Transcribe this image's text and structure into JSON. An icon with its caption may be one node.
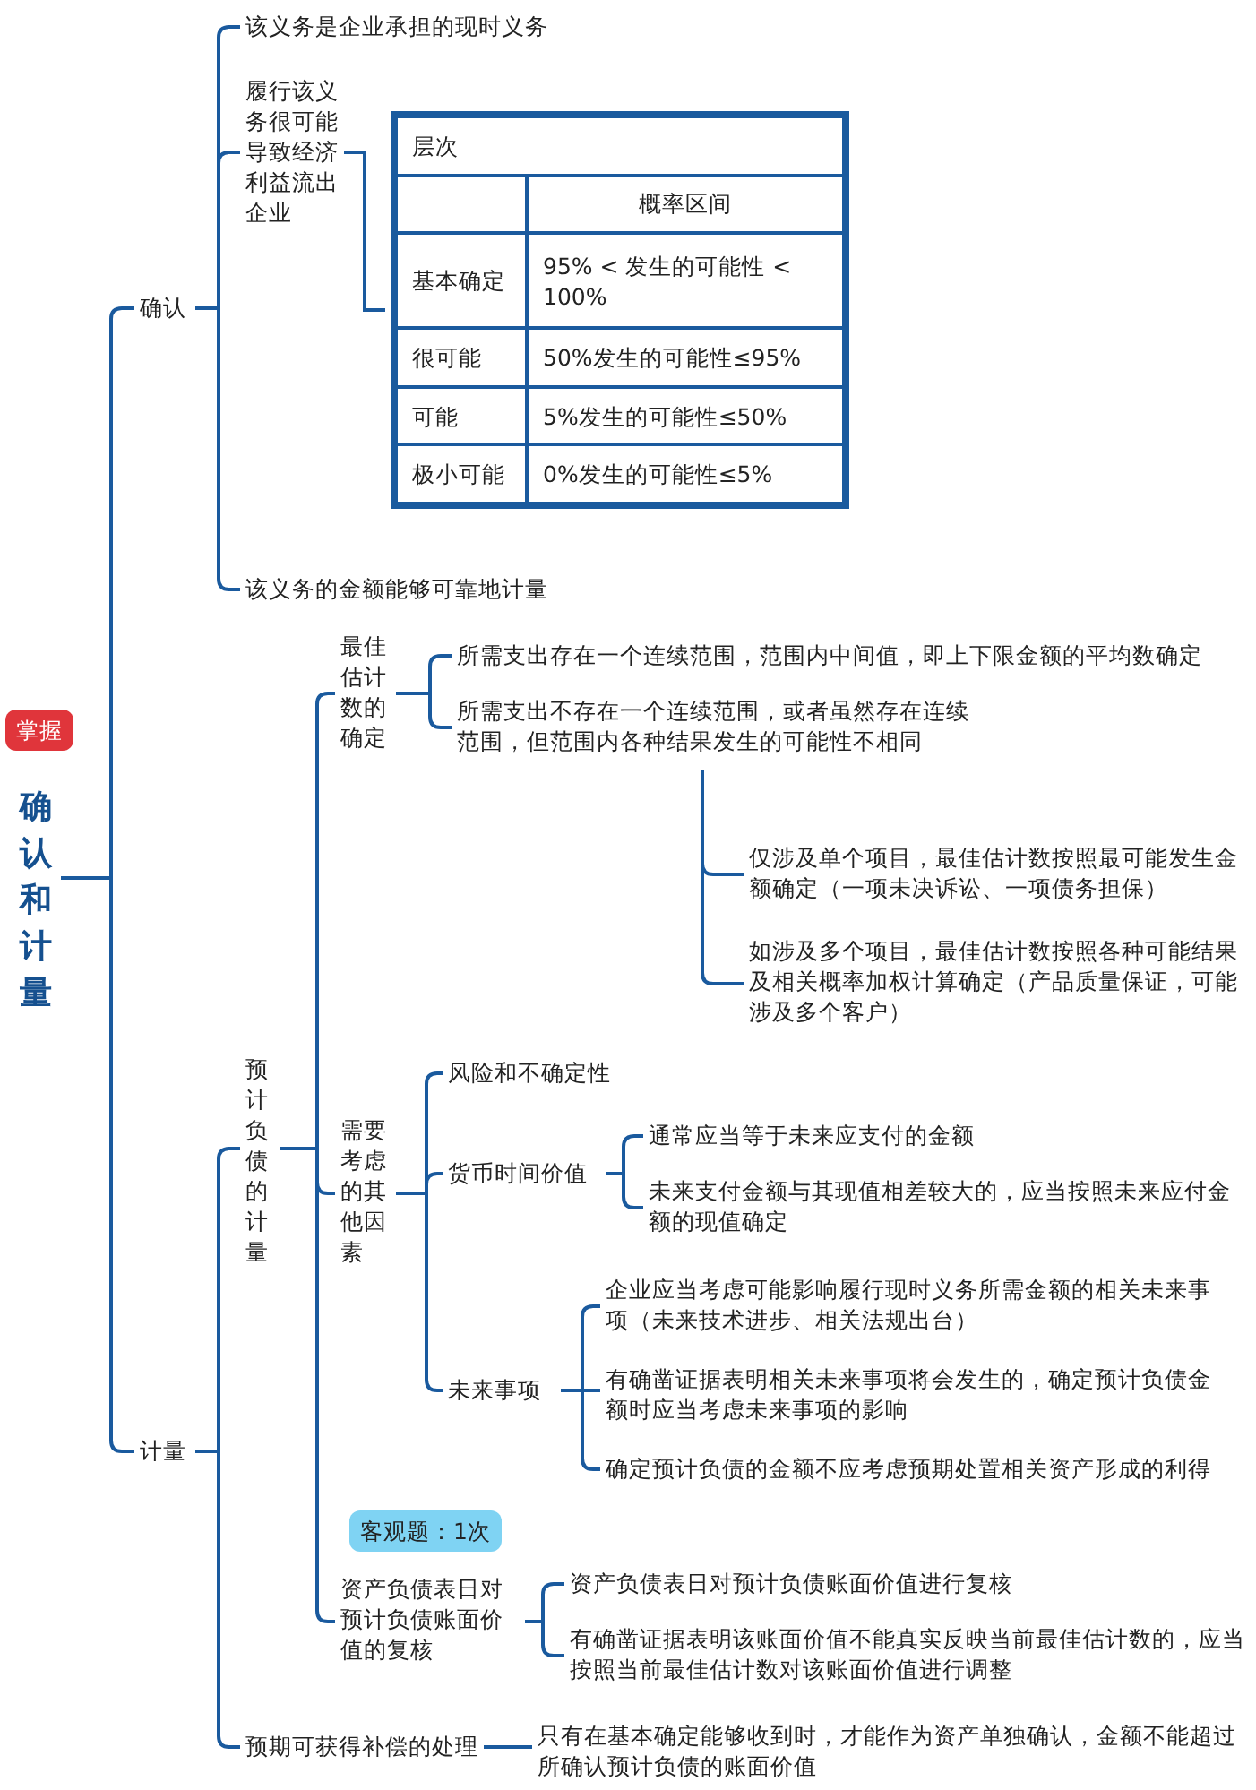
{
  "diagram": {
    "nodes": [
      {
        "text": [
          "确认和计量"
        ],
        "beside": [
          "掌握"
        ]
      },
      {
        "text": [
          "确认"
        ]
      },
      {
        "text": [
          "该义务是企业承担的现时义务"
        ]
      },
      {
        "text": [
          "履行该义务很可能导致经济利益流出企业"
        ]
      },
      {
        "text": [
          "层次",
          "概率区间",
          "基本确定",
          "95% < 发生的可能性 < 100%",
          "很可能",
          "50%发生的可能性≤95%",
          "可能",
          "5%发生的可能性≤50%",
          "极小可能",
          "0%发生的可能性≤5%"
        ]
      },
      {
        "text": [
          "该义务的金额能够可靠地计量"
        ]
      },
      {
        "text": [
          "计量"
        ]
      },
      {
        "text": [
          "预计负债的计量"
        ]
      },
      {
        "text": [
          "最佳估计数的确定"
        ]
      },
      {
        "text": [
          "所需支出存在一个连续范围，范围内中间值，即上下限金额的平均数确定"
        ]
      },
      {
        "text": [
          "所需支出不存在一个连续范围，或者虽然存在连续范围，但范围内各种结果发生的可能性不相同"
        ]
      },
      {
        "text": [
          "仅涉及单个项目，最佳估计数按照最可能发生金额确定（一项未决诉讼、一项债务担保）"
        ]
      },
      {
        "text": [
          "如涉及多个项目，最佳估计数按照各种可能结果及相关概率加权计算确定（产品质量保证，可能涉及多个客户）"
        ]
      },
      {
        "text": [
          "需要考虑的其他因素"
        ]
      },
      {
        "text": [
          "风险和不确定性"
        ]
      },
      {
        "text": [
          "货币时间价值"
        ]
      },
      {
        "text": [
          "通常应当等于未来应支付的金额"
        ]
      },
      {
        "text": [
          "未来支付金额与其现值相差较大的，应当按照未来应付金额的现值确定"
        ]
      },
      {
        "text": [
          "未来事项"
        ]
      },
      {
        "text": [
          "企业应当考虑可能影响履行现时义务所需金额的相关未来事项（未来技术进步、相关法规出台）"
        ]
      },
      {
        "text": [
          "有确凿证据表明相关未来事项将会发生的，确定预计负债金额时应当考虑未来事项的影响"
        ]
      },
      {
        "text": [
          "确定预计负债的金额不应考虑预期处置相关资产形成的利得"
        ]
      },
      {
        "text": [
          "资产负债表日对预计负债账面价值的复核"
        ],
        "beside": [
          "客观题：1次"
        ]
      },
      {
        "text": [
          "资产负债表日对预计负债账面价值进行复核"
        ]
      },
      {
        "text": [
          "有确凿证据表明该账面价值不能真实反映当前最佳估计数的，应当按照当前最佳估计数对该账面价值进行调整"
        ]
      },
      {
        "text": [
          "预期可获得补偿的处理"
        ]
      },
      {
        "text": [
          "只有在基本确定能够收到时，才能作为资产单独确认，金额不能超过所确认预计负债的账面价值"
        ]
      }
    ],
    "edges": [
      {
        "from": 0,
        "to": 1,
        "arrow": "none"
      },
      {
        "from": 1,
        "to": 2,
        "arrow": "none"
      },
      {
        "from": 1,
        "to": 3,
        "arrow": "none"
      },
      {
        "from": 3,
        "to": 4,
        "arrow": "none"
      },
      {
        "from": 1,
        "to": 5,
        "arrow": "none"
      },
      {
        "from": 0,
        "to": 6,
        "arrow": "none"
      },
      {
        "from": 6,
        "to": 7,
        "arrow": "none"
      },
      {
        "from": 7,
        "to": 8,
        "arrow": "none"
      },
      {
        "from": 8,
        "to": 9,
        "arrow": "none"
      },
      {
        "from": 8,
        "to": 10,
        "arrow": "none"
      },
      {
        "from": 10,
        "to": 11,
        "arrow": "none"
      },
      {
        "from": 10,
        "to": 12,
        "arrow": "none"
      },
      {
        "from": 7,
        "to": 13,
        "arrow": "none"
      },
      {
        "from": 13,
        "to": 14,
        "arrow": "none"
      },
      {
        "from": 13,
        "to": 15,
        "arrow": "none"
      },
      {
        "from": 15,
        "to": 16,
        "arrow": "none"
      },
      {
        "from": 15,
        "to": 17,
        "arrow": "none"
      },
      {
        "from": 13,
        "to": 18,
        "arrow": "none"
      },
      {
        "from": 18,
        "to": 19,
        "arrow": "none"
      },
      {
        "from": 18,
        "to": 20,
        "arrow": "none"
      },
      {
        "from": 18,
        "to": 21,
        "arrow": "none"
      },
      {
        "from": 7,
        "to": 22,
        "arrow": "none"
      },
      {
        "from": 22,
        "to": 23,
        "arrow": "none"
      },
      {
        "from": 22,
        "to": 24,
        "arrow": "none"
      },
      {
        "from": 6,
        "to": 25,
        "arrow": "none"
      },
      {
        "from": 25,
        "to": 26,
        "arrow": "none"
      }
    ]
  }
}
